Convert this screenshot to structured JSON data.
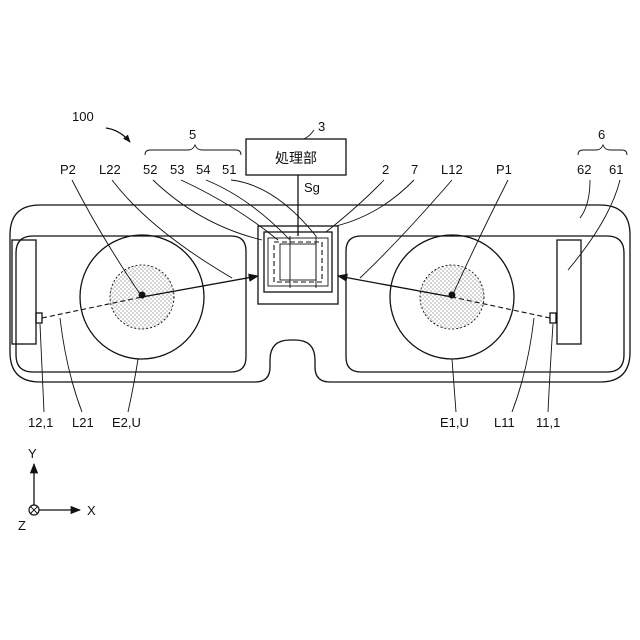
{
  "figure": {
    "device_label": "100",
    "processor": {
      "ref": "3",
      "text": "処理部"
    },
    "signal": "Sg",
    "group_left": {
      "ref": "5",
      "parts": [
        "52",
        "53",
        "54",
        "51"
      ]
    },
    "group_right": {
      "ref": "6",
      "parts": [
        "62",
        "61"
      ]
    },
    "top_labels": {
      "p2": "P2",
      "l22": "L22",
      "ref2": "2",
      "ref7": "7",
      "l12": "L12",
      "p1": "P1"
    },
    "bottom_labels": {
      "left_light": "12,1",
      "l21": "L21",
      "e2": "E2,U",
      "e1": "E1,U",
      "l11": "L11",
      "right_light": "11,1"
    },
    "axes": {
      "y": "Y",
      "x": "X",
      "z": "Z"
    },
    "colors": {
      "line": "#111111",
      "background": "#ffffff"
    }
  }
}
